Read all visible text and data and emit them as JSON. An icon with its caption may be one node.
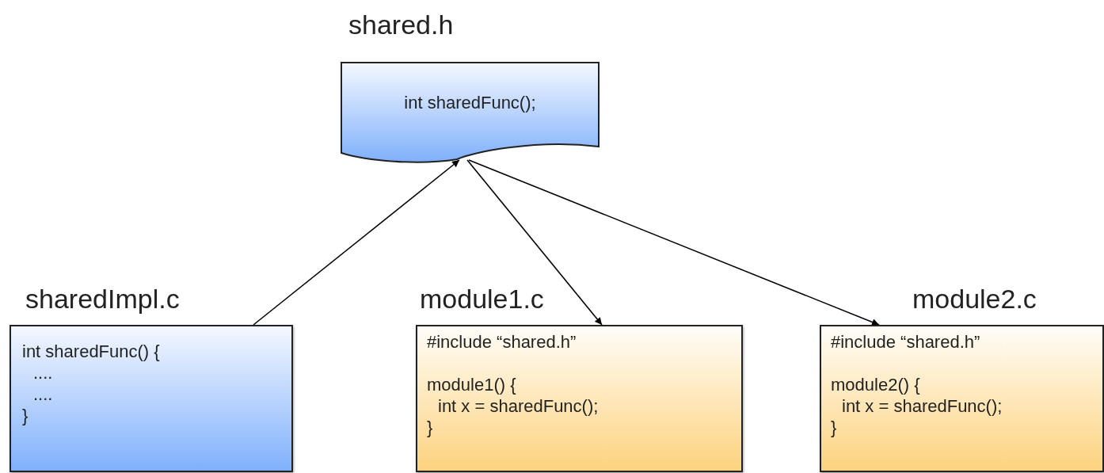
{
  "diagram": {
    "nodes": [
      {
        "text": [
          "shared.h",
          "int sharedFunc();"
        ]
      },
      {
        "text": [
          "sharedImpl.c",
          "int sharedFunc() {",
          "....",
          "....",
          "}"
        ]
      },
      {
        "text": [
          "module1.c",
          "#include “shared.h”",
          "module1() {",
          "int x = sharedFunc();",
          "}"
        ]
      },
      {
        "text": [
          "module2.c",
          "#include “shared.h”",
          "module2() {",
          "int x = sharedFunc();",
          "}"
        ]
      }
    ],
    "edges": [
      {
        "from": 1,
        "to": 0,
        "arrow": "to"
      },
      {
        "from": 0,
        "to": 2,
        "arrow": "to"
      },
      {
        "from": 0,
        "to": 3,
        "arrow": "to"
      }
    ]
  }
}
